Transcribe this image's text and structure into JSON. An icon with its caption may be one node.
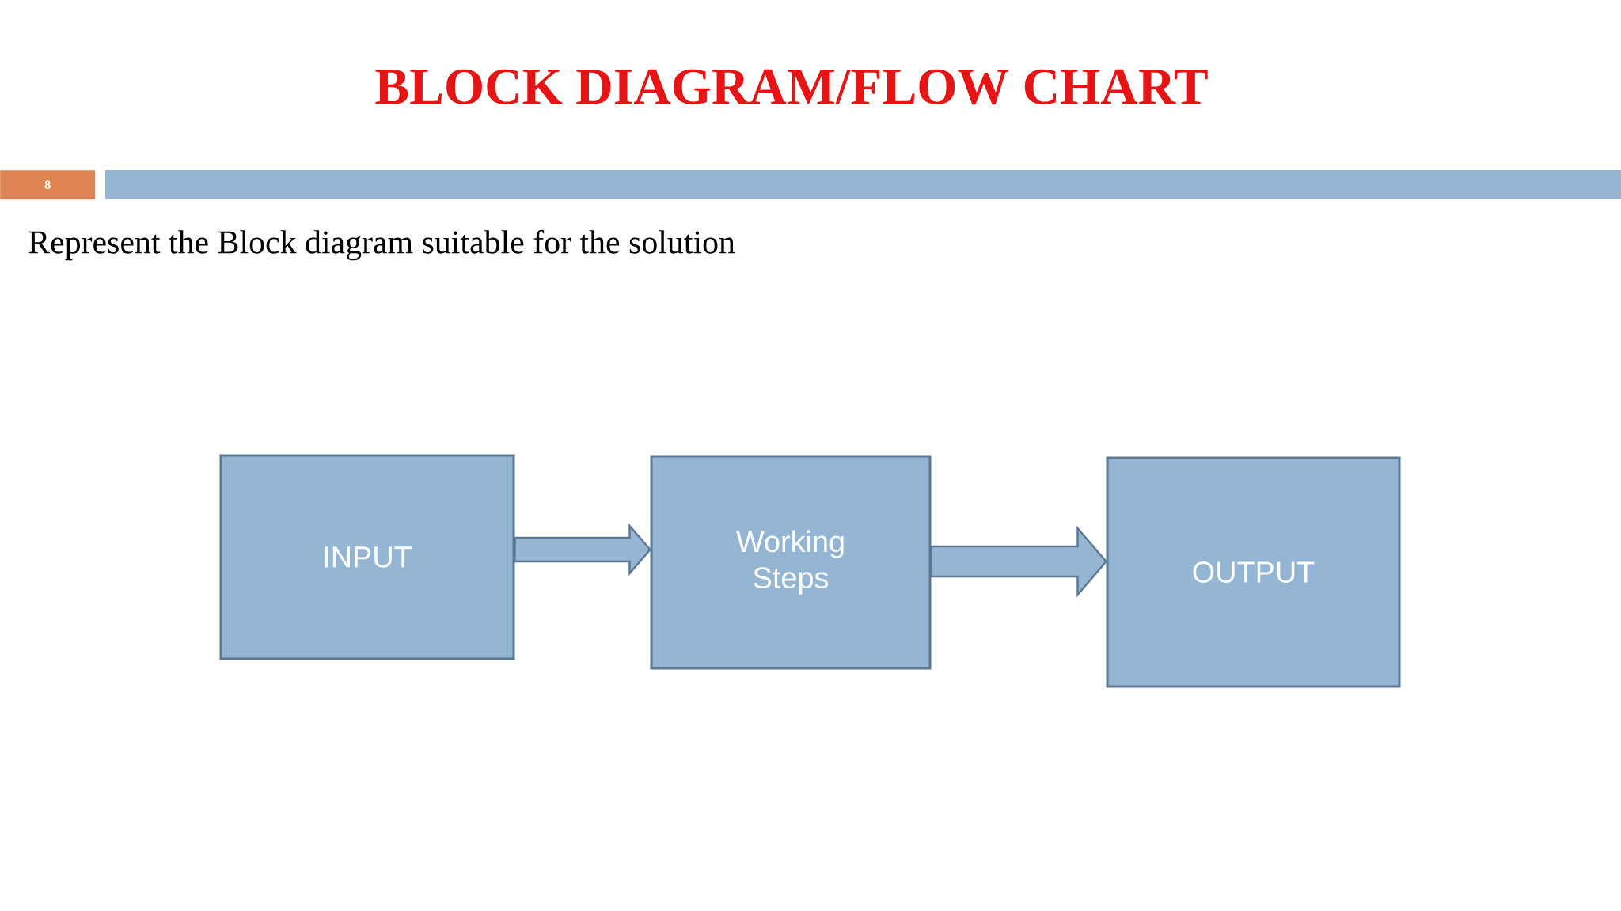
{
  "diagram": {
    "title": "BLOCK DIAGRAM/FLOW CHART",
    "nodes": [
      {
        "text": [
          "INPUT"
        ]
      },
      {
        "text": [
          "Working Steps"
        ]
      },
      {
        "text": [
          "OUTPUT"
        ]
      }
    ],
    "edges": [
      {
        "from": 0,
        "to": 1,
        "arrow": "to"
      },
      {
        "from": 1,
        "to": 2,
        "arrow": "to"
      }
    ],
    "labels": [
      "8",
      "Represent the Block diagram suitable for the solution"
    ]
  }
}
